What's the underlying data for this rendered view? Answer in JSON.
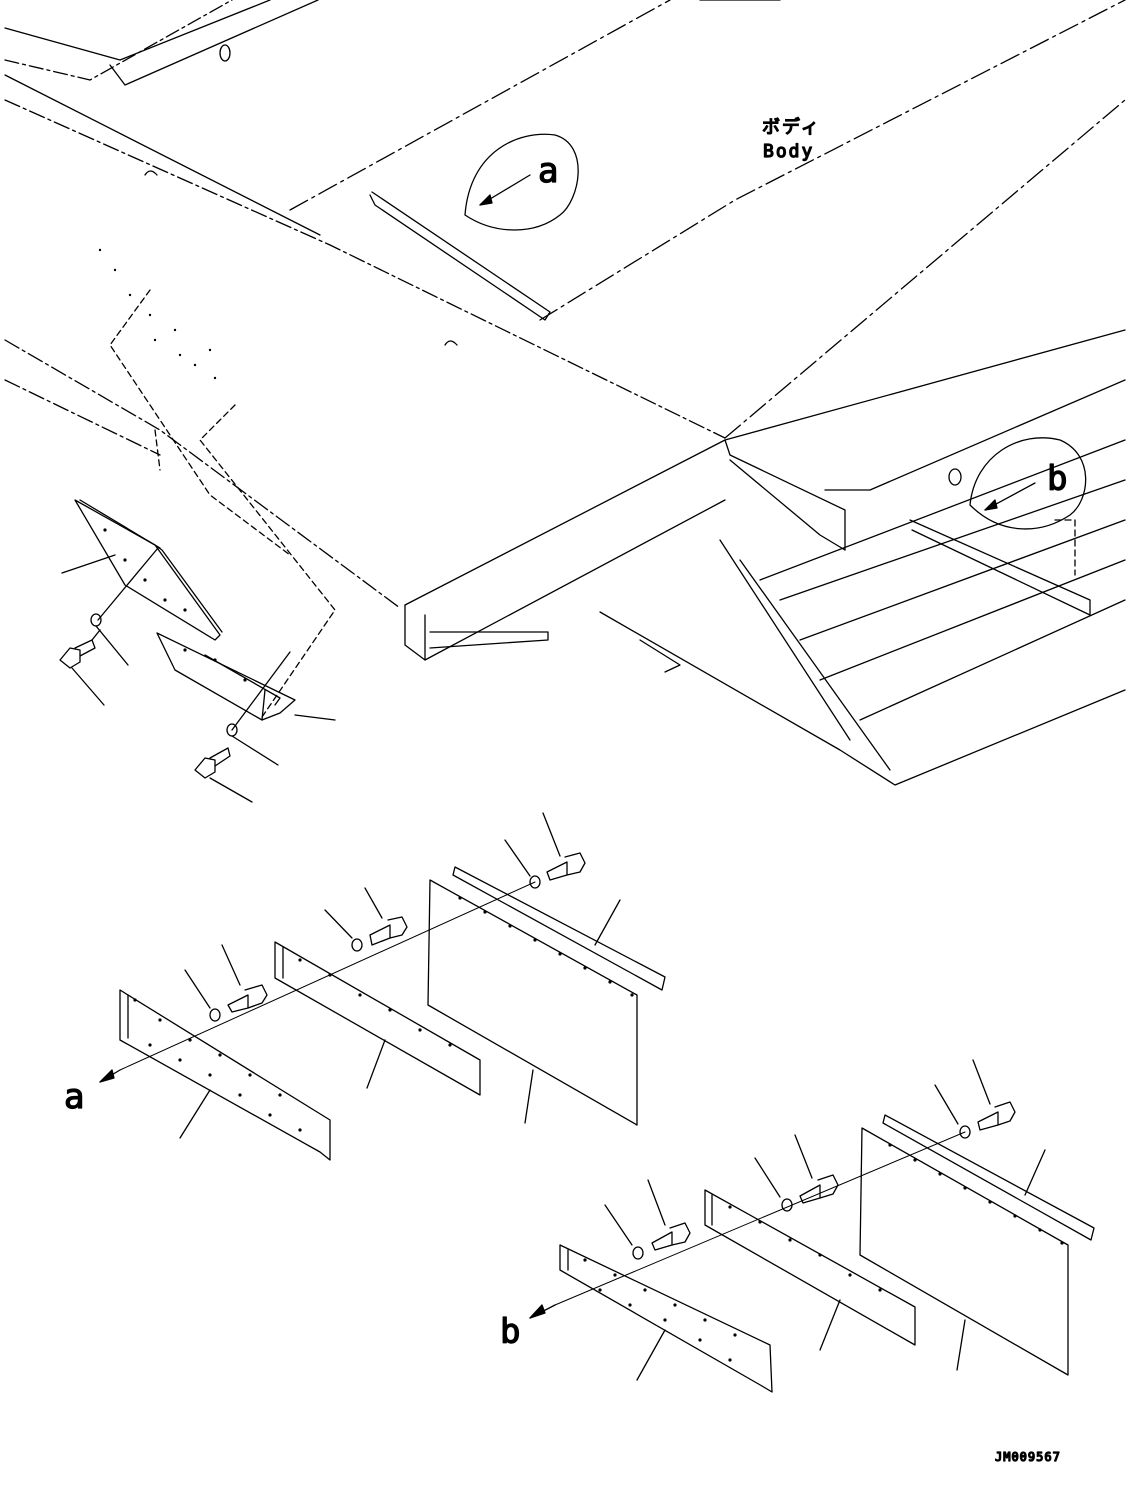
{
  "labels": {
    "body_jp": "ボディ",
    "body_en": "Body",
    "callout_a": "a",
    "callout_b": "b",
    "drawing_code": "JM009567"
  }
}
